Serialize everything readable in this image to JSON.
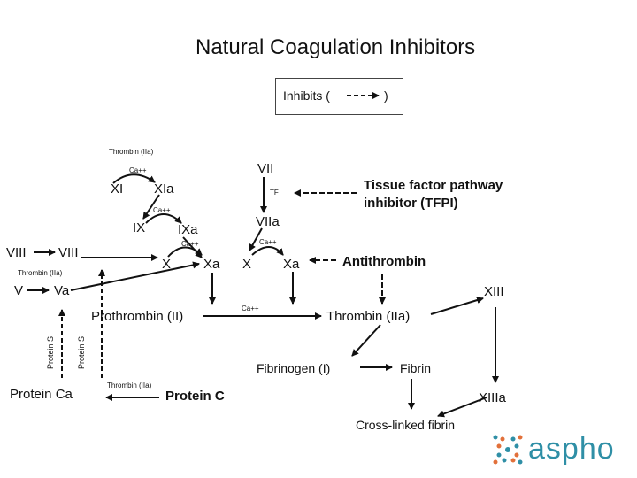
{
  "title": "Natural Coagulation Inhibitors",
  "legend": {
    "label": "Inhibits (",
    "close": ")"
  },
  "labels": {
    "thrombin_iia_small": "Thrombin (IIa)",
    "ca": "Ca++",
    "xi": "XI",
    "xia": "XIa",
    "ix": "IX",
    "ixa": "IXa",
    "viii_left": "VIII",
    "viii_right": "VIII",
    "x_left": "X",
    "xa_left": "Xa",
    "v": "V",
    "va": "Va",
    "vii": "VII",
    "tf": "TF",
    "viia": "VIIa",
    "x_right": "X",
    "xa_right": "Xa",
    "tfpi": "Tissue factor pathway\ninhibitor (TFPI)",
    "antithrombin": "Antithrombin",
    "xiii": "XIII",
    "xiiia": "XIIIa",
    "prothrombin": "Prothrombin (II)",
    "thrombin_iia": "Thrombin (IIa)",
    "fibrinogen": "Fibrinogen (I)",
    "fibrin": "Fibrin",
    "cross_linked_fibrin": "Cross-linked fibrin",
    "protein_s": "Protein S",
    "protein_ca": "Protein Ca",
    "protein_c": "Protein C"
  },
  "logo": {
    "text": "aspho",
    "color": "#2f8fa6",
    "accent": "#e2703a"
  }
}
